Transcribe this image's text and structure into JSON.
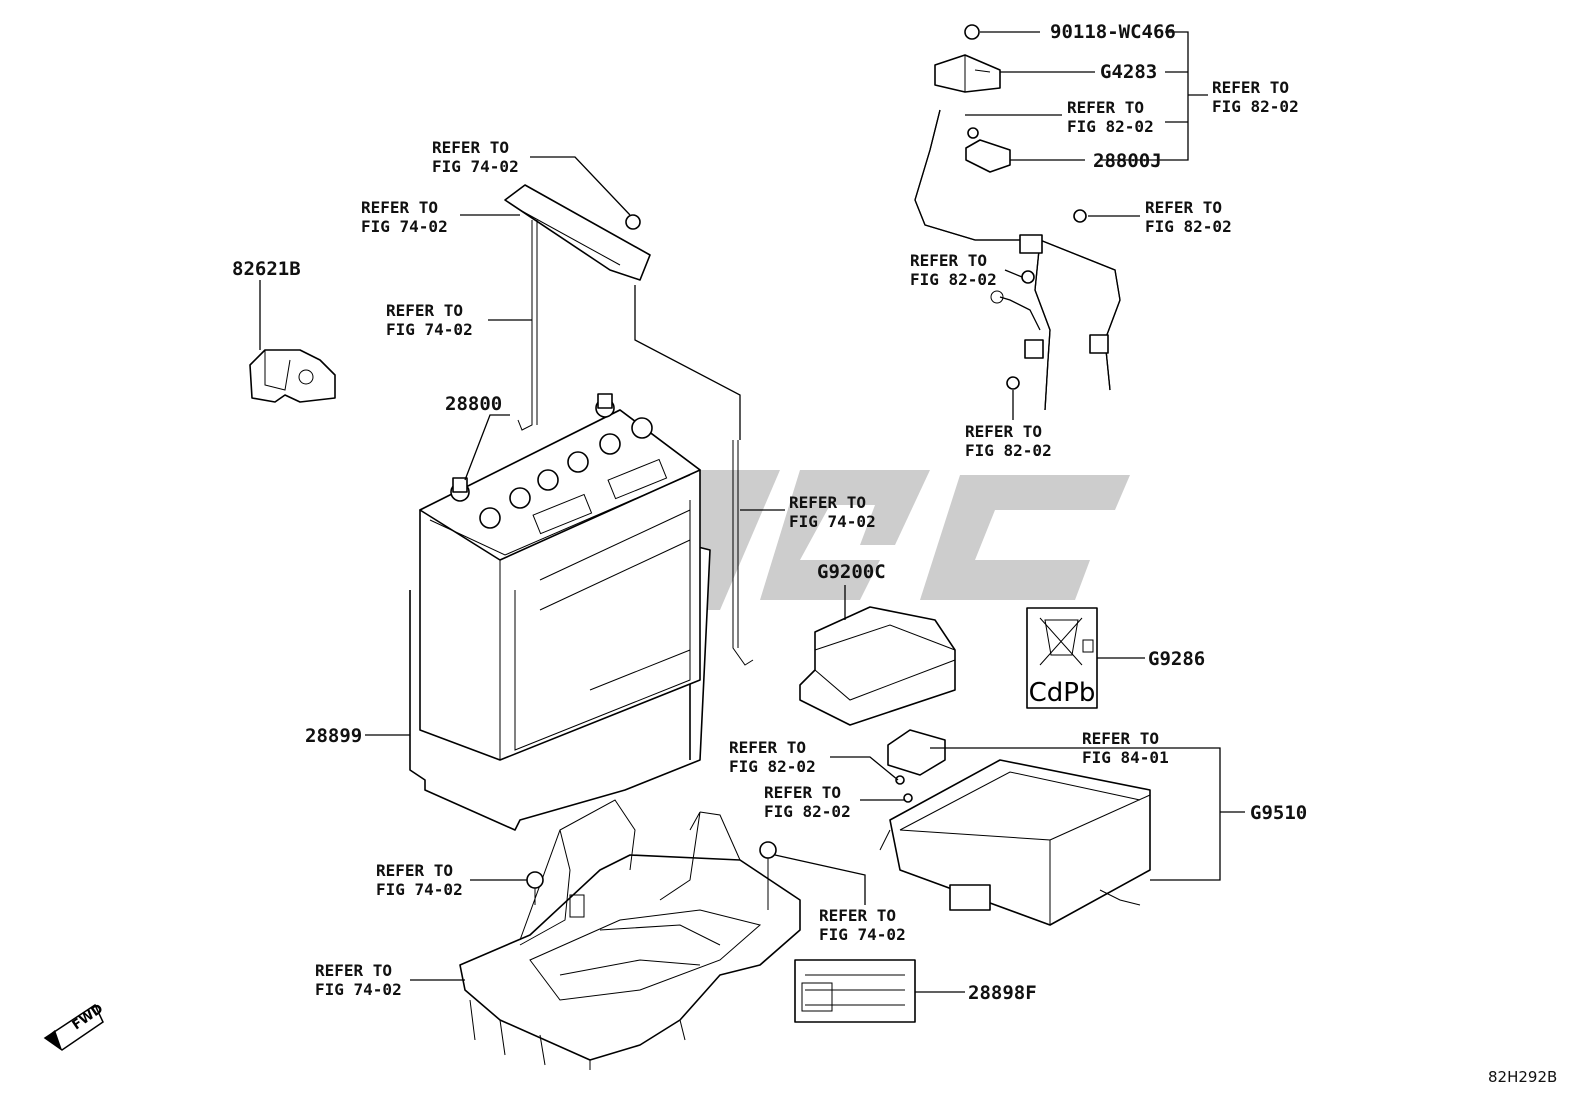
{
  "diagram_code": "82H292B",
  "fwd_label": "FWD",
  "watermark_color": "#c8c8c8",
  "label_color": "#111111",
  "parts": {
    "p90118": "90118-WC466",
    "g4283": "G4283",
    "p28800j": "28800J",
    "p82621b": "82621B",
    "p28800": "28800",
    "p28899": "28899",
    "g9200c": "G9200C",
    "g9286": "G9286",
    "g9510": "G9510",
    "p28898f": "28898F"
  },
  "recycle_label": "CdPb",
  "refs": {
    "r1": [
      "REFER TO",
      "FIG 74-02"
    ],
    "r2": [
      "REFER TO",
      "FIG 74-02"
    ],
    "r3": [
      "REFER TO",
      "FIG 74-02"
    ],
    "r4": [
      "REFER TO",
      "FIG 74-02"
    ],
    "r5": [
      "REFER TO",
      "FIG 82-02"
    ],
    "r6": [
      "REFER TO",
      "FIG 82-02"
    ],
    "r7": [
      "REFER TO",
      "FIG 82-02"
    ],
    "r8": [
      "REFER TO",
      "FIG 82-02"
    ],
    "r9": [
      "REFER TO",
      "FIG 82-02"
    ],
    "r10": [
      "REFER TO",
      "FIG 84-01"
    ],
    "r11": [
      "REFER TO",
      "FIG 82-02"
    ],
    "r12": [
      "REFER TO",
      "FIG 82-02"
    ],
    "r13": [
      "REFER TO",
      "FIG 74-02"
    ],
    "r14": [
      "REFER TO",
      "FIG 74-02"
    ],
    "r15": [
      "REFER TO",
      "FIG 74-02"
    ]
  }
}
